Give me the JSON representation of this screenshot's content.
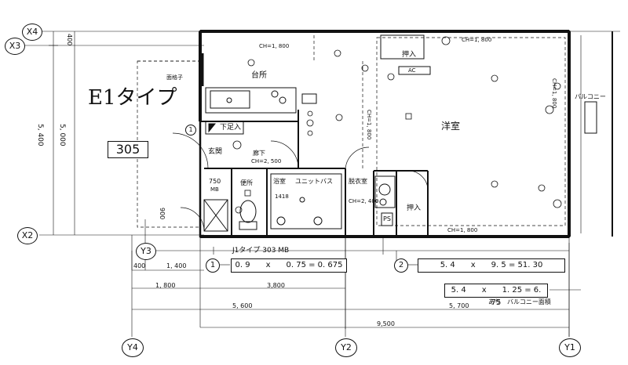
{
  "grid": {
    "x4": "X4",
    "x3": "X3",
    "x2": "X2",
    "y4": "Y4",
    "y3": "Y3",
    "y2": "Y2",
    "y1": "Y1"
  },
  "unit": {
    "type_name": "E1タイプ",
    "room_number": "305"
  },
  "rooms": {
    "kitchen": "台所",
    "western": "洋室",
    "entrance": "玄関",
    "corridor": "廊下",
    "shoe_storage": "下足入",
    "toilet": "便所",
    "bath": "浴室",
    "bath_size": "1418",
    "unit_bath": "ユニットバス",
    "dressing": "脱衣室",
    "closet1": "押入",
    "closet2": "押入",
    "balcony": "バルコニー",
    "lattice": "面格子",
    "ac": "AC",
    "ps": "PS",
    "mb_size": "750",
    "mb": "MB"
  },
  "ceiling": {
    "ch1800_top": "CH=1, 800",
    "ch1800_top_right": "CH=1, 800",
    "ch1800_vert": "CH=1, 800",
    "ch1800_right": "CH=1, 800",
    "ch1800_bottom": "CH=1, 800",
    "ch2500": "CH=2, 500",
    "ch2400": "CH=2, 400"
  },
  "dimensions": {
    "d400_top": "400",
    "d5400": "5, 400",
    "d5000": "5, 000",
    "d900": "900",
    "d400_bot": "400",
    "d1400": "1, 400",
    "d1800": "1, 800",
    "d3800": "3,800",
    "d5600": "5, 600",
    "d5700": "5, 700",
    "d9500": "9,500"
  },
  "areas": {
    "note1_num": "1",
    "note1_title": "J1タイプ 303 MB",
    "note1_formula": "0. 9　　x　　0. 75 = 0. 675",
    "note2_num": "2",
    "note2_formula": "5. 4　　x　　9. 5 = 51. 30",
    "note3_formula": "5. 4　　x　　1. 25 = 6. 75",
    "note3_caption": "あり　バルコニー面積",
    "marker1": "1"
  }
}
